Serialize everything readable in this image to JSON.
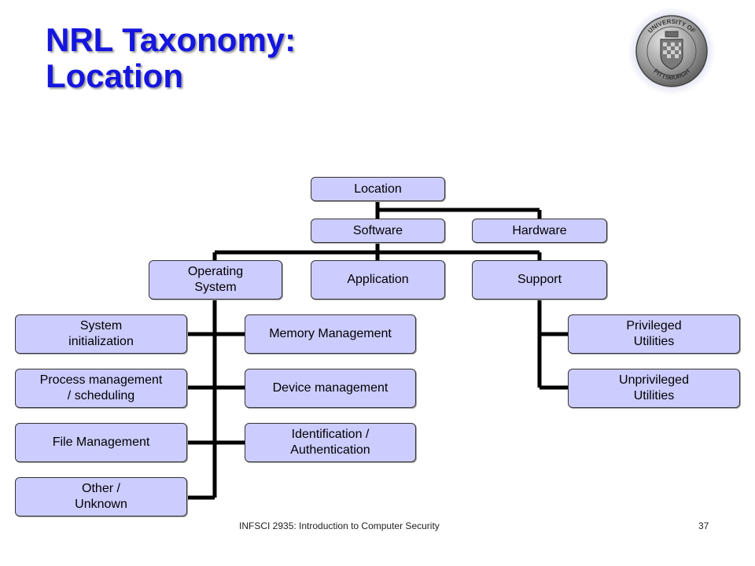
{
  "slide": {
    "title_line1": "NRL Taxonomy:",
    "title_line2": "Location",
    "footer": "INFSCI 2935: Introduction to Computer Security",
    "page_number": "37"
  },
  "seal": {
    "text_top": "UNIVERSITY OF",
    "text_bottom": "PITTSBURGH"
  },
  "tree": {
    "location": "Location",
    "software": "Software",
    "hardware": "Hardware",
    "os_line1": "Operating",
    "os_line2": "System",
    "application": "Application",
    "support": "Support",
    "sysinit_line1": "System",
    "sysinit_line2": "initialization",
    "procmgmt_line1": "Process management",
    "procmgmt_line2": "/ scheduling",
    "filemgmt": "File Management",
    "other_line1": "Other /",
    "other_line2": "Unknown",
    "memmgmt": "Memory Management",
    "devmgmt": "Device management",
    "ident_line1": "Identification /",
    "ident_line2": "Authentication",
    "priv_line1": "Privileged",
    "priv_line2": "Utilities",
    "unpriv_line1": "Unprivileged",
    "unpriv_line2": "Utilities"
  },
  "colors": {
    "title": "#1515e0",
    "node_fill": "#ccccff",
    "connector": "#000000"
  }
}
